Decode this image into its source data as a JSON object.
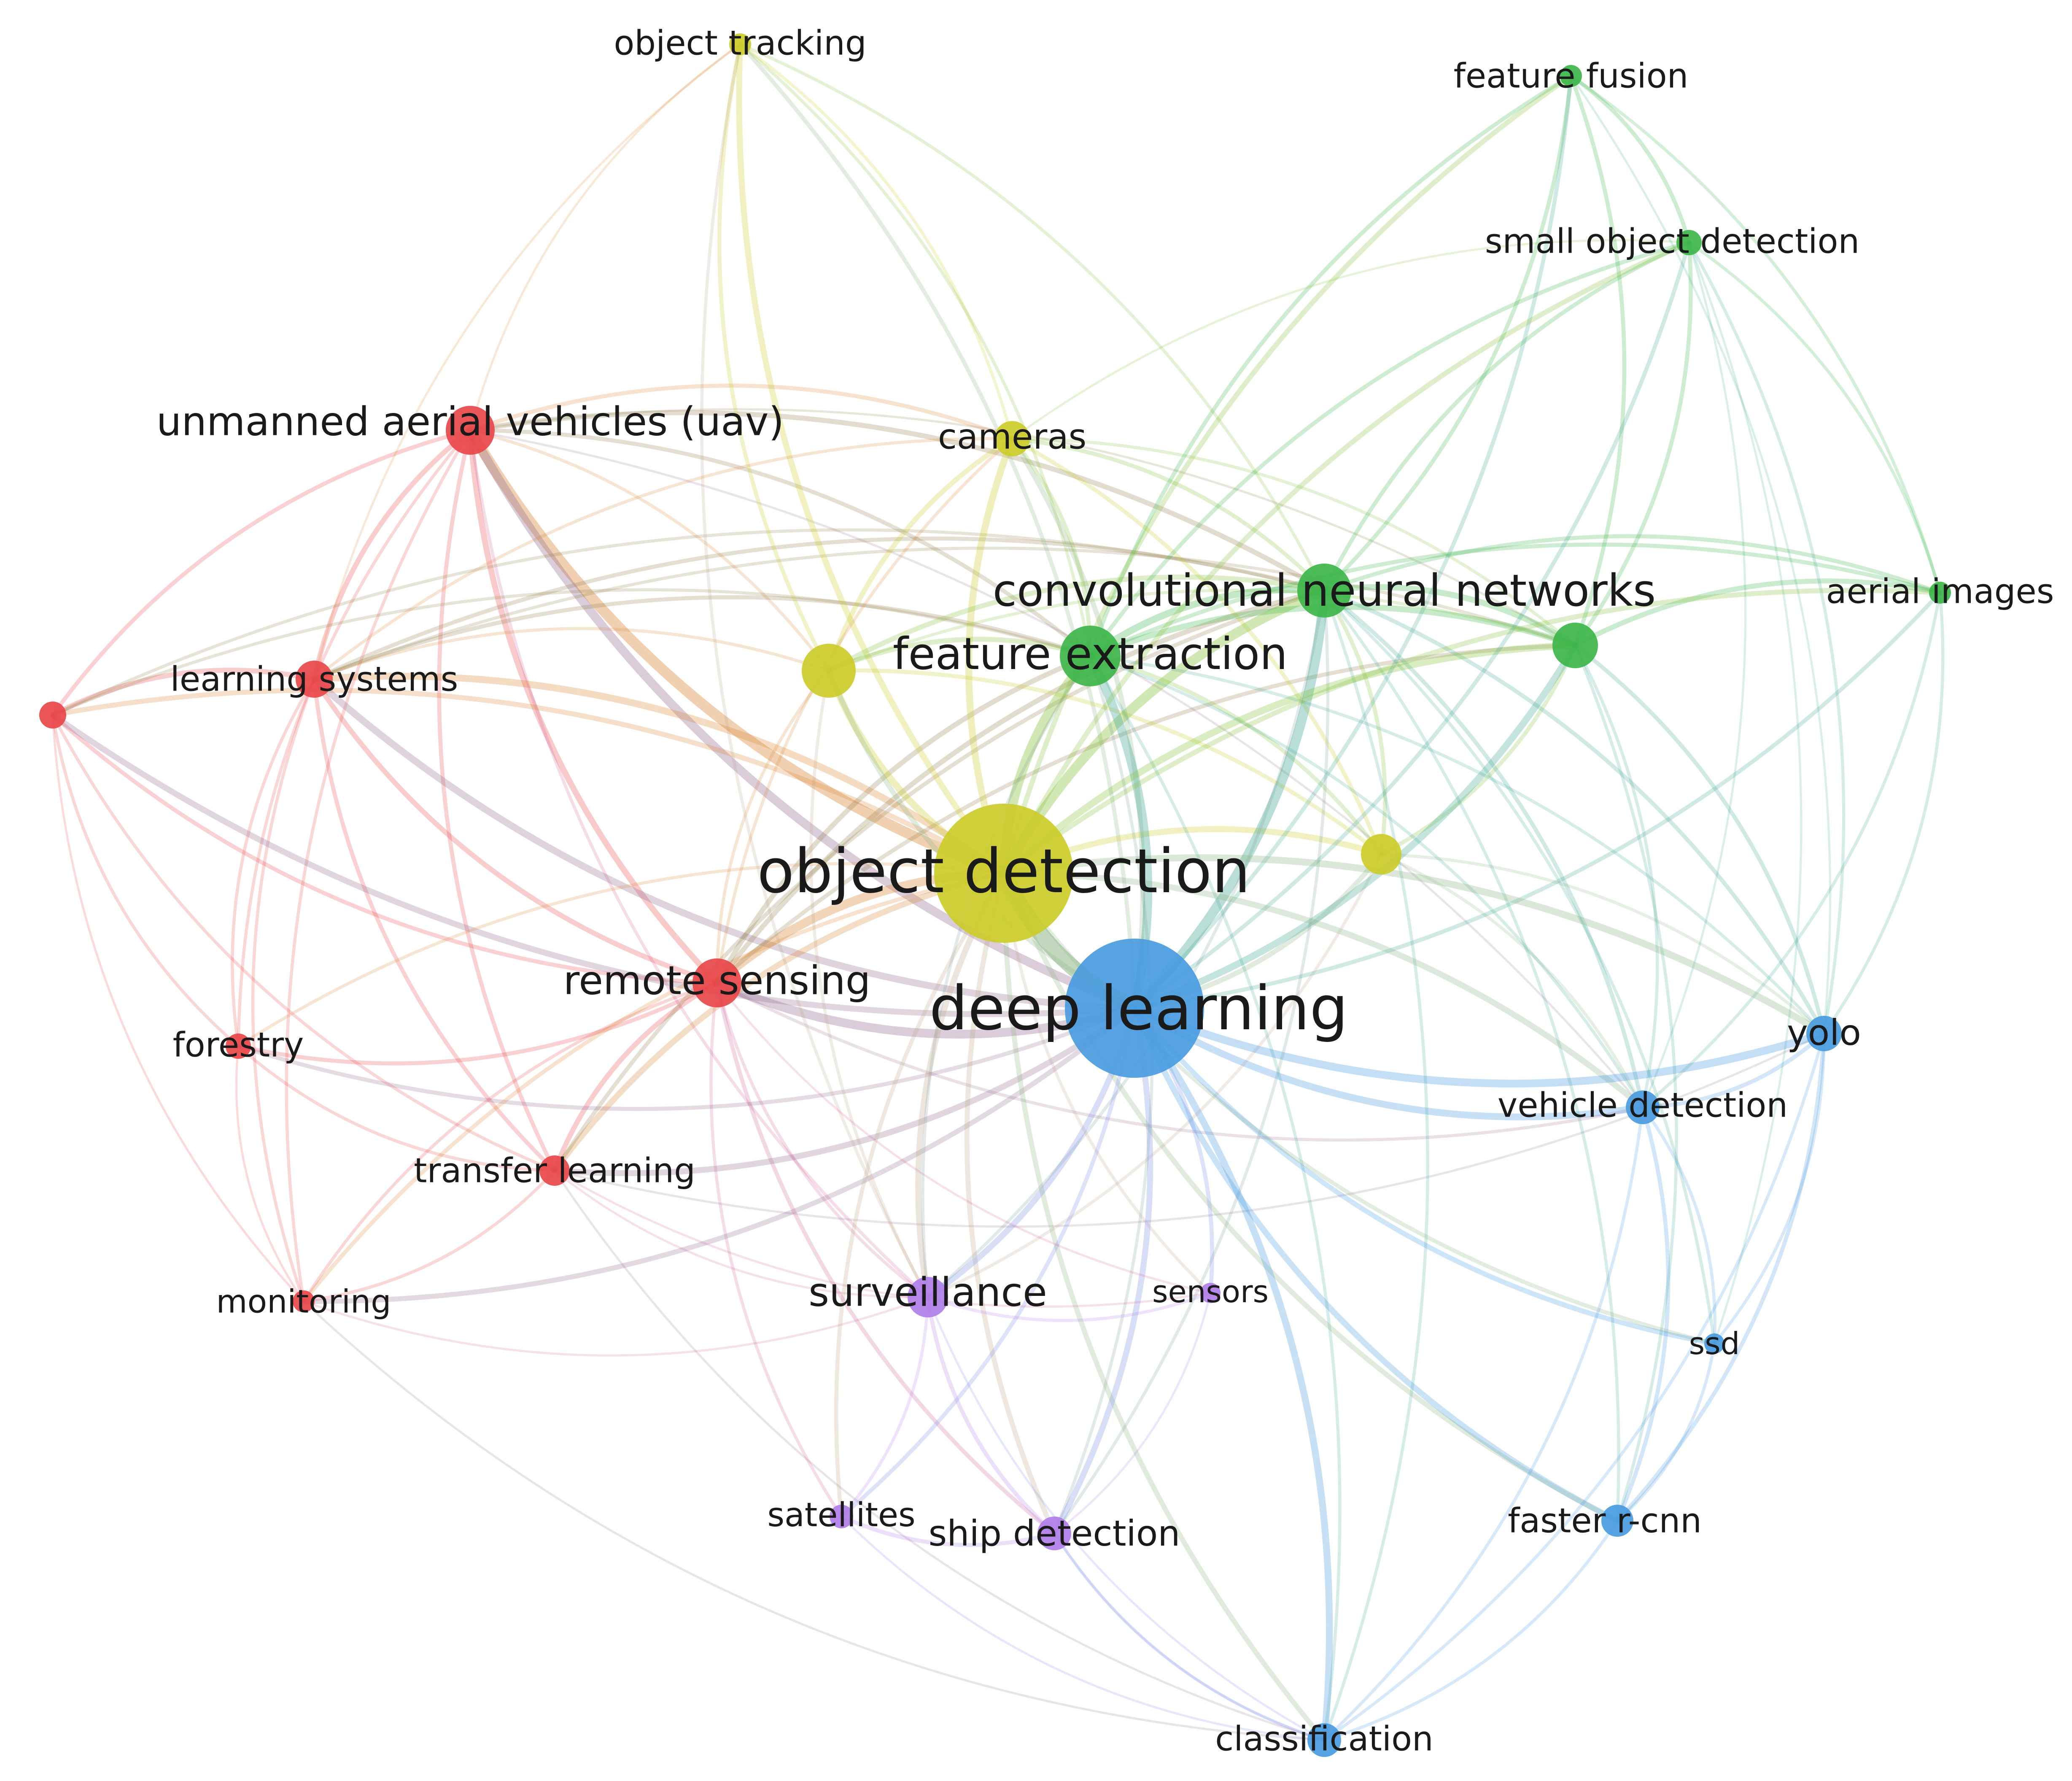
{
  "clusters": {
    "red": "#e8474a",
    "yellow": "#cccc2a",
    "green": "#3db54a",
    "blue": "#4a9be0",
    "purple": "#b07ee8"
  },
  "nodes": [
    {
      "id": "object_tracking",
      "label": "object tracking",
      "cluster": "yellow"
    },
    {
      "id": "feature_fusion",
      "label": "feature fusion",
      "cluster": "green"
    },
    {
      "id": "small_object_detection",
      "label": "small object detection",
      "cluster": "green"
    },
    {
      "id": "uav",
      "label": "unmanned aerial vehicles (uav)",
      "cluster": "red"
    },
    {
      "id": "cameras",
      "label": "cameras",
      "cluster": "yellow"
    },
    {
      "id": "cnn",
      "label": "convolutional neural networks",
      "cluster": "green"
    },
    {
      "id": "aerial_images",
      "label": "aerial images",
      "cluster": "green"
    },
    {
      "id": "learning_systems",
      "label": "learning systems",
      "cluster": "red"
    },
    {
      "id": "red_unlabeled",
      "label": "",
      "cluster": "red"
    },
    {
      "id": "yellow_unlabeled_1",
      "label": "",
      "cluster": "yellow"
    },
    {
      "id": "feature_extraction",
      "label": "feature extraction",
      "cluster": "green"
    },
    {
      "id": "green_unlabeled",
      "label": "",
      "cluster": "green"
    },
    {
      "id": "object_detection",
      "label": "object detection",
      "cluster": "yellow"
    },
    {
      "id": "yellow_unlabeled_2",
      "label": "",
      "cluster": "yellow"
    },
    {
      "id": "remote_sensing",
      "label": "remote sensing",
      "cluster": "red"
    },
    {
      "id": "deep_learning",
      "label": "deep learning",
      "cluster": "blue"
    },
    {
      "id": "yolo",
      "label": "yolo",
      "cluster": "blue"
    },
    {
      "id": "forestry",
      "label": "forestry",
      "cluster": "red"
    },
    {
      "id": "vehicle_detection",
      "label": "vehicle detection",
      "cluster": "blue"
    },
    {
      "id": "transfer_learning",
      "label": "transfer learning",
      "cluster": "red"
    },
    {
      "id": "monitoring",
      "label": "monitoring",
      "cluster": "red"
    },
    {
      "id": "surveillance",
      "label": "surveillance",
      "cluster": "purple"
    },
    {
      "id": "sensors",
      "label": "sensors",
      "cluster": "purple"
    },
    {
      "id": "ssd",
      "label": "ssd",
      "cluster": "blue"
    },
    {
      "id": "satellites",
      "label": "satellites",
      "cluster": "purple"
    },
    {
      "id": "ship_detection",
      "label": "ship detection",
      "cluster": "purple"
    },
    {
      "id": "faster_rcnn",
      "label": "faster r-cnn",
      "cluster": "blue"
    },
    {
      "id": "classification",
      "label": "classification",
      "cluster": "blue"
    }
  ]
}
